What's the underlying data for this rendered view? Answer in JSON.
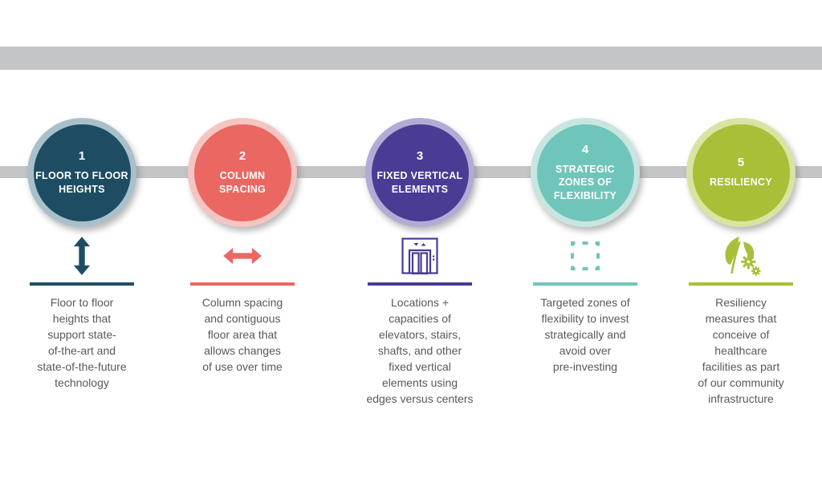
{
  "canvas": {
    "band_color": "#c4c5c7",
    "timeline_color": "#c4c5c7",
    "background": "#ffffff",
    "description_text_color": "#58595b"
  },
  "steps": [
    {
      "number": "1",
      "title": "FLOOR TO FLOOR\nHEIGHTS",
      "color": "#1e4d63",
      "ring_color": "#a9c0cb",
      "icon": "vertical-double-arrow",
      "description": "Floor to floor\nheights that\nsupport state-\nof-the-art and\nstate-of-the-future\ntechnology"
    },
    {
      "number": "2",
      "title": "COLUMN\nSPACING",
      "color": "#ea6762",
      "ring_color": "#f6c5c1",
      "icon": "horizontal-double-arrow",
      "description": "Column spacing\nand contiguous\nfloor area that\nallows changes\nof use over time"
    },
    {
      "number": "3",
      "title": "FIXED VERTICAL\nELEMENTS",
      "color": "#4a3b94",
      "ring_color": "#b3abd5",
      "icon": "elevator",
      "description": "Locations +\ncapacities of\nelevators, stairs,\nshafts, and other\nfixed vertical\nelements using\nedges versus centers"
    },
    {
      "number": "4",
      "title": "STRATEGIC\nZONES OF\nFLEXIBILITY",
      "color": "#70c5bb",
      "ring_color": "#c8e5e0",
      "icon": "dashed-square",
      "description": "Targeted zones of\nflexibility to invest\nstrategically and\navoid over\npre-investing"
    },
    {
      "number": "5",
      "title": "RESILIENCY",
      "color": "#a9bf37",
      "ring_color": "#dbe3a2",
      "icon": "leaves-and-gears",
      "description": "Resiliency\nmeasures that\nconceive of\nhealthcare\nfacilities as part\nof our community\ninfrastructure"
    }
  ]
}
